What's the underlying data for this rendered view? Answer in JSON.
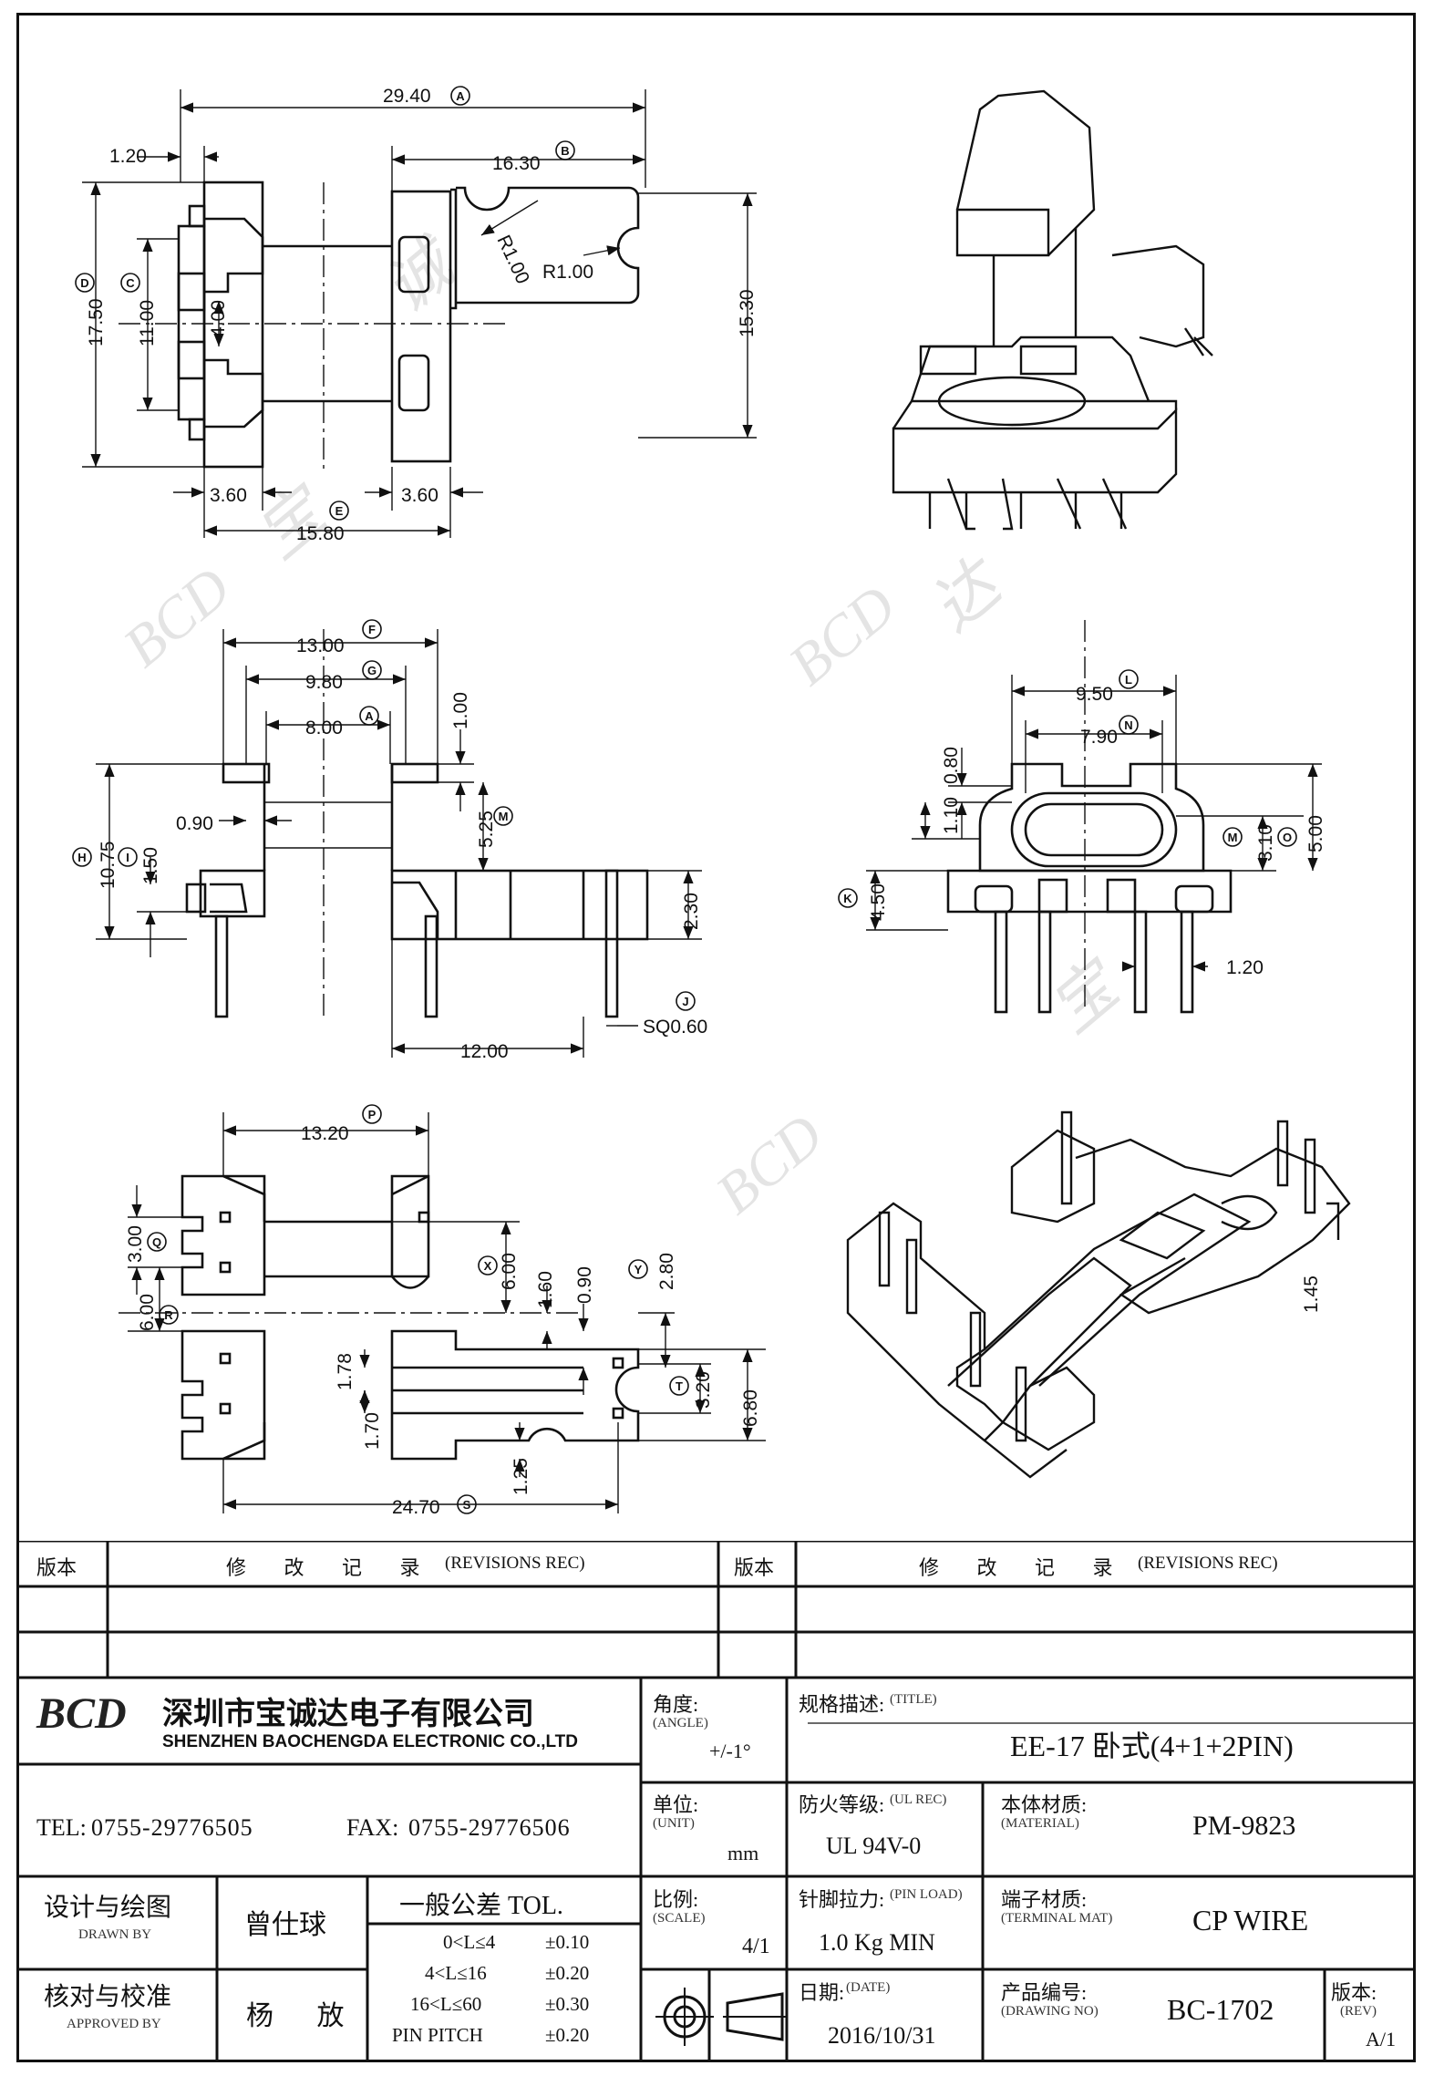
{
  "watermark": {
    "logo": "BCD",
    "chars": [
      "宝",
      "诚",
      "达"
    ]
  },
  "top_view": {
    "dims": {
      "overall": "29.40",
      "w1": "16.30",
      "left_gap": "1.20",
      "h_outer": "17.50",
      "h_inner": "11.00",
      "center": "4.00",
      "r1": "R1.00",
      "r2": "R1.00",
      "h_right": "15.30",
      "flange_l": "3.60",
      "flange_r": "3.60",
      "width": "15.80"
    },
    "callouts": {
      "overall": "A",
      "w1": "B",
      "h_outer": "D",
      "h_inner": "C",
      "width": "E"
    }
  },
  "side_view": {
    "dims": {
      "w1": "13.00",
      "w2": "9.80",
      "w3": "8.00",
      "top": "1.00",
      "slot": "5.25",
      "gap": "0.90",
      "h_total": "10.75",
      "h_pin": "1.50",
      "base": "2.30",
      "pitch": "12.00",
      "pin_sq": "SQ0.60"
    },
    "callouts": {
      "w1": "F",
      "w2": "G",
      "w3": "A",
      "slot": "M",
      "h_total": "H",
      "h_pin": "I",
      "pin_sq": "J"
    }
  },
  "end_view": {
    "dims": {
      "w1": "9.50",
      "w2": "7.90",
      "d1": "0.80",
      "d2": "1.10",
      "d3": "3.10",
      "d4": "5.00",
      "d5": "4.50",
      "pin": "1.20"
    },
    "callouts": {
      "w1": "L",
      "w2": "N",
      "d3": "M",
      "d4": "O",
      "d5": "K"
    }
  },
  "bottom_view": {
    "dims": {
      "w1": "13.20",
      "d1": "3.00",
      "d2": "6.00",
      "d3": "6.00",
      "d4": "1.60",
      "d5": "0.90",
      "d6": "2.80",
      "d7": "1.78",
      "d8": "1.70",
      "d9": "3.20",
      "d10": "6.80",
      "d11": "1.25",
      "pitch": "24.70"
    },
    "callouts": {
      "w1": "P",
      "d1": "Q",
      "d2": "R",
      "d3": "X",
      "d6": "Y",
      "d9": "T",
      "pitch": "S"
    }
  },
  "iso_dims": {
    "slot": "1.45"
  },
  "revisions": {
    "col_ver": "版本",
    "col_rec": "修 改 记 录",
    "col_rec_en": "(REVISIONS REC)"
  },
  "company": {
    "logo": "BCD",
    "name_cn": "深圳市宝诚达电子有限公司",
    "name_en": "SHENZHEN BAOCHENGDA ELECTRONIC CO.,LTD",
    "tel_label": "TEL:",
    "tel": "0755-29776505",
    "fax_label": "FAX:",
    "fax": "0755-29776506"
  },
  "fields": {
    "angle_label": "角度:",
    "angle_en": "(ANGLE)",
    "angle_value": "+/-1°",
    "title_label": "规格描述:",
    "title_en": "(TITLE)",
    "title_value": "EE-17 卧式(4+1+2PIN)",
    "unit_label": "单位:",
    "unit_en": "(UNIT)",
    "unit_value": "mm",
    "ul_label": "防火等级:",
    "ul_en": "(UL REC)",
    "ul_value": "UL 94V-0",
    "material_label": "本体材质:",
    "material_en": "(MATERIAL)",
    "material_value": "PM-9823",
    "drawn_label": "设计与绘图",
    "drawn_en": "DRAWN BY",
    "drawn_value": "曾仕球",
    "tol_label": "一般公差 TOL.",
    "tolerances": [
      {
        "range": "0<L≤4",
        "value": "±0.10"
      },
      {
        "range": "4<L≤16",
        "value": "±0.20"
      },
      {
        "range": "16<L≤60",
        "value": "±0.30"
      },
      {
        "range": "PIN PITCH",
        "value": "±0.20"
      }
    ],
    "scale_label": "比例:",
    "scale_en": "(SCALE)",
    "scale_value": "4/1",
    "pin_label": "针脚拉力:",
    "pin_en": "(PIN LOAD)",
    "pin_value": "1.0 Kg MIN",
    "terminal_label": "端子材质:",
    "terminal_en": "(TERMINAL MAT)",
    "terminal_value": "CP WIRE",
    "approved_label": "核对与校准",
    "approved_en": "APPROVED BY",
    "approved_value": "杨 放",
    "date_label": "日期:",
    "date_en": "(DATE)",
    "date_value": "2016/10/31",
    "drawing_label": "产品编号:",
    "drawing_en": "(DRAWING NO)",
    "drawing_value": "BC-1702",
    "rev_label": "版本:",
    "rev_en": "(REV)",
    "rev_value": "A/1"
  }
}
